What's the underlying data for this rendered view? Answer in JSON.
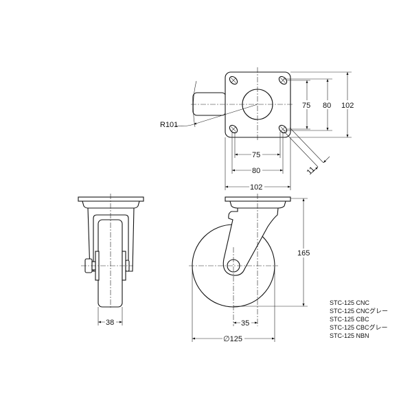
{
  "top_view": {
    "radius_label": "R101",
    "dims": {
      "hole_pitch_v_inner": "75",
      "hole_pitch_v_outer": "80",
      "plate_height": "102",
      "hole_pitch_h_inner": "75",
      "hole_pitch_h_outer": "80",
      "plate_width": "102",
      "slot_width": "11"
    }
  },
  "side_view": {
    "dims": {
      "wheel_width": "38"
    }
  },
  "front_view": {
    "dims": {
      "overall_height": "165",
      "offset": "35",
      "wheel_diameter": "∅125"
    }
  },
  "models": [
    "STC-125 CNC",
    "STC-125 CNCグレー",
    "STC-125 CBC",
    "STC-125 CBCグレー",
    "STC-125 NBN"
  ]
}
